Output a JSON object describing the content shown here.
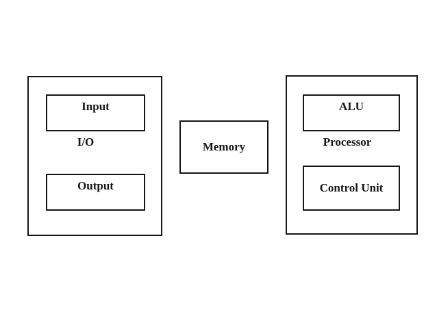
{
  "diagram": {
    "io_group": {
      "label": "I/O",
      "input": "Input",
      "output": "Output"
    },
    "memory": {
      "label": "Memory"
    },
    "processor_group": {
      "label": "Processor",
      "alu": "ALU",
      "control_unit": "Control Unit"
    }
  },
  "colors": {
    "background": "#ffffff",
    "line": "#161616",
    "text": "#161616"
  }
}
